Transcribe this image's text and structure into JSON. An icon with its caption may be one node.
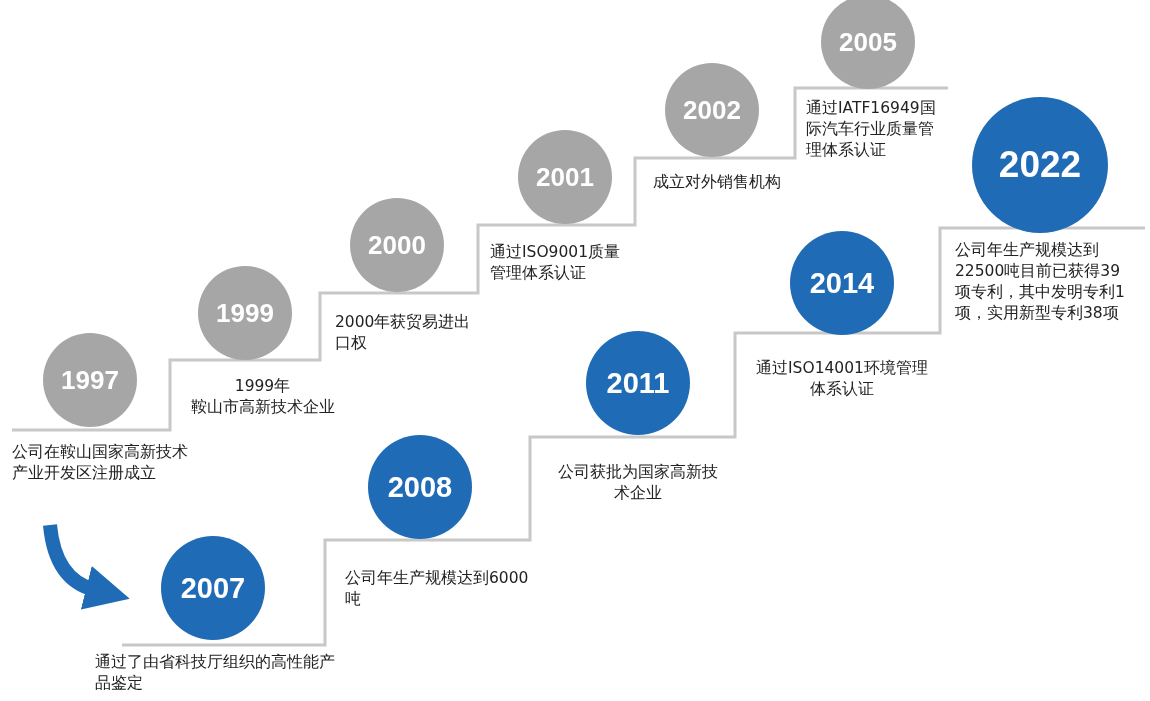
{
  "diagram": {
    "nodes": [
      {
        "text": [
          "1997"
        ],
        "beside": [
          "公司在鞍山国家高新技术产业开发区注册成立"
        ]
      },
      {
        "text": [
          "1999"
        ],
        "beside": [
          "1999年",
          "鞍山市高新技术企业"
        ]
      },
      {
        "text": [
          "2000"
        ],
        "beside": [
          "2000年获贸易进出口权"
        ]
      },
      {
        "text": [
          "2001"
        ],
        "beside": [
          "通过ISO9001质量管理体系认证"
        ]
      },
      {
        "text": [
          "2002"
        ],
        "beside": [
          "成立对外销售机构"
        ]
      },
      {
        "text": [
          "2005"
        ],
        "beside": [
          "通过IATF16949国际汽车行业质量管理体系认证"
        ]
      },
      {
        "text": [
          "2007"
        ],
        "beside": [
          "通过了由省科技厅组织的高性能产品鉴定"
        ]
      },
      {
        "text": [
          "2008"
        ],
        "beside": [
          "公司年生产规模达到6000吨"
        ]
      },
      {
        "text": [
          "2011"
        ],
        "beside": [
          "公司获批为国家高新技术企业"
        ]
      },
      {
        "text": [
          "2014"
        ],
        "beside": [
          "通过ISO14001环境管理体系认证"
        ]
      },
      {
        "text": [
          "2022"
        ],
        "beside": [
          "公司年生产规模达到22500吨目前已获得39项专利，其中发明专利1项，实用新型专利38项"
        ]
      }
    ],
    "edges": []
  }
}
